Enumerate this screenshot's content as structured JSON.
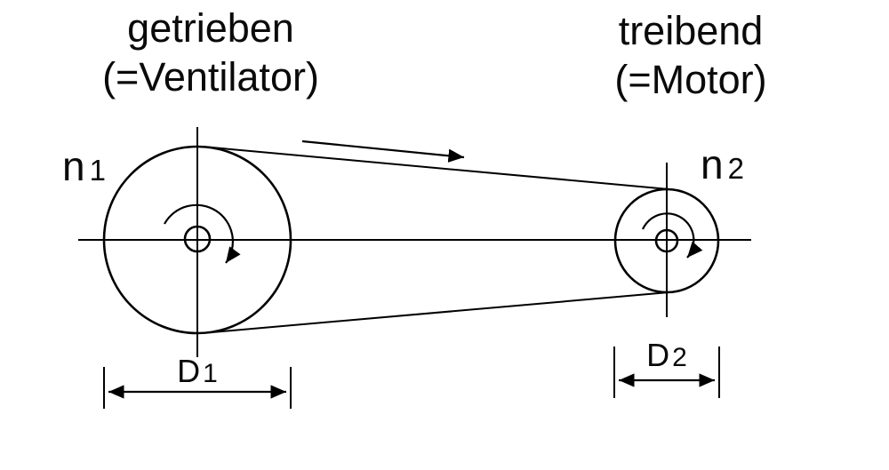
{
  "diagram": {
    "titles": {
      "left_line1": "getrieben",
      "left_line2": "(=Ventilator)",
      "right_line1": "treibend",
      "right_line2": "(=Motor)"
    },
    "labels": {
      "n1_base": "n",
      "n1_sub": "1",
      "n2_base": "n",
      "n2_sub": "2",
      "d1_base": "D",
      "d1_sub": "1",
      "d2_base": "D",
      "d2_sub": "2"
    },
    "colors": {
      "stroke": "#000000",
      "background": "#ffffff",
      "text": "#0a0a0a"
    }
  }
}
